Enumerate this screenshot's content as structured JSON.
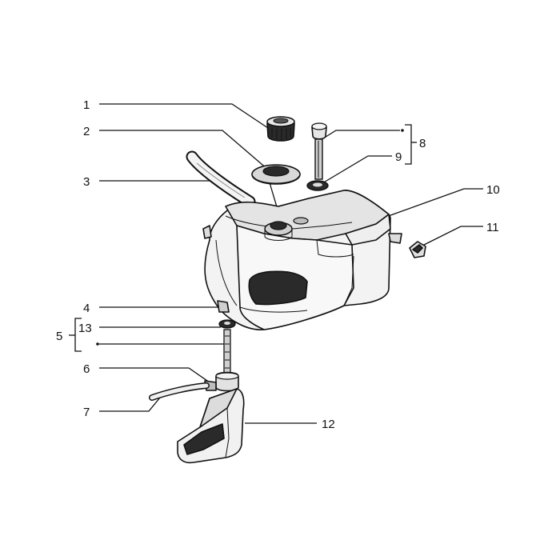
{
  "labels": {
    "l1": "1",
    "l2": "2",
    "l3": "3",
    "l4": "4",
    "l5": "5",
    "l6": "6",
    "l7": "7",
    "l8": "8",
    "l9": "9",
    "l10": "10",
    "l11": "11",
    "l12": "12",
    "l13": "13"
  },
  "colors": {
    "ink": "#111111",
    "fill_light": "#f2f2f2",
    "fill_mid": "#cfcfcf",
    "fill_dark": "#2a2a2a"
  }
}
